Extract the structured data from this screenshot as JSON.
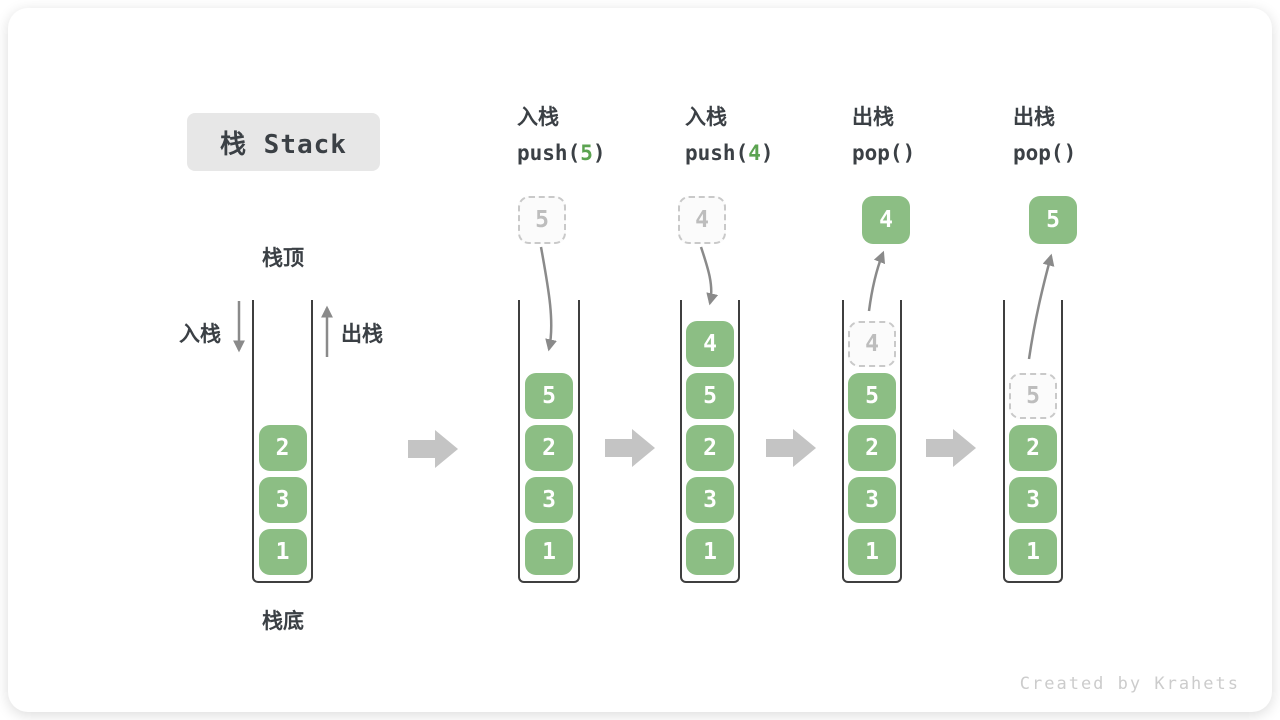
{
  "title": {
    "label": "栈 Stack"
  },
  "legend": {
    "stack_top": "栈顶",
    "stack_bottom": "栈底",
    "push": "入栈",
    "pop": "出栈"
  },
  "operations": [
    {
      "cjk": "入栈",
      "code_pre": "push(",
      "arg": "5",
      "code_post": ")"
    },
    {
      "cjk": "入栈",
      "code_pre": "push(",
      "arg": "4",
      "code_post": ")"
    },
    {
      "cjk": "出栈",
      "code_pre": "pop(",
      "arg": "",
      "code_post": ")"
    },
    {
      "cjk": "出栈",
      "code_pre": "pop(",
      "arg": "",
      "code_post": ")"
    }
  ],
  "stacks": [
    {
      "name": "initial",
      "cells": [
        {
          "value": "2"
        },
        {
          "value": "3"
        },
        {
          "value": "1"
        }
      ]
    },
    {
      "name": "after-push-5",
      "incoming": "5",
      "cells": [
        {
          "value": "5"
        },
        {
          "value": "2"
        },
        {
          "value": "3"
        },
        {
          "value": "1"
        }
      ]
    },
    {
      "name": "after-push-4",
      "incoming": "4",
      "cells": [
        {
          "value": "4"
        },
        {
          "value": "5"
        },
        {
          "value": "2"
        },
        {
          "value": "3"
        },
        {
          "value": "1"
        }
      ]
    },
    {
      "name": "after-pop-4",
      "outgoing": "4",
      "cells": [
        {
          "value": "4",
          "ghost": true
        },
        {
          "value": "5"
        },
        {
          "value": "2"
        },
        {
          "value": "3"
        },
        {
          "value": "1"
        }
      ]
    },
    {
      "name": "after-pop-5",
      "outgoing": "5",
      "cells": [
        {
          "value": "5",
          "ghost": true
        },
        {
          "value": "2"
        },
        {
          "value": "3"
        },
        {
          "value": "1"
        }
      ]
    }
  ],
  "colors": {
    "block-green": "#8CBE84",
    "arg-green": "#5BA350",
    "dark-text": "#3B4045",
    "arrow-gray": "#8A8A8A",
    "block-arrow-gray": "#C4C4C4",
    "ghost-border": "#C9C9C9",
    "ghost-text": "#BDBDBD",
    "wall": "#3F3F3F",
    "badge-bg": "#E7E7E7",
    "watermark": "#CCCCCC"
  },
  "page": {
    "watermark": "Created by Krahets"
  }
}
